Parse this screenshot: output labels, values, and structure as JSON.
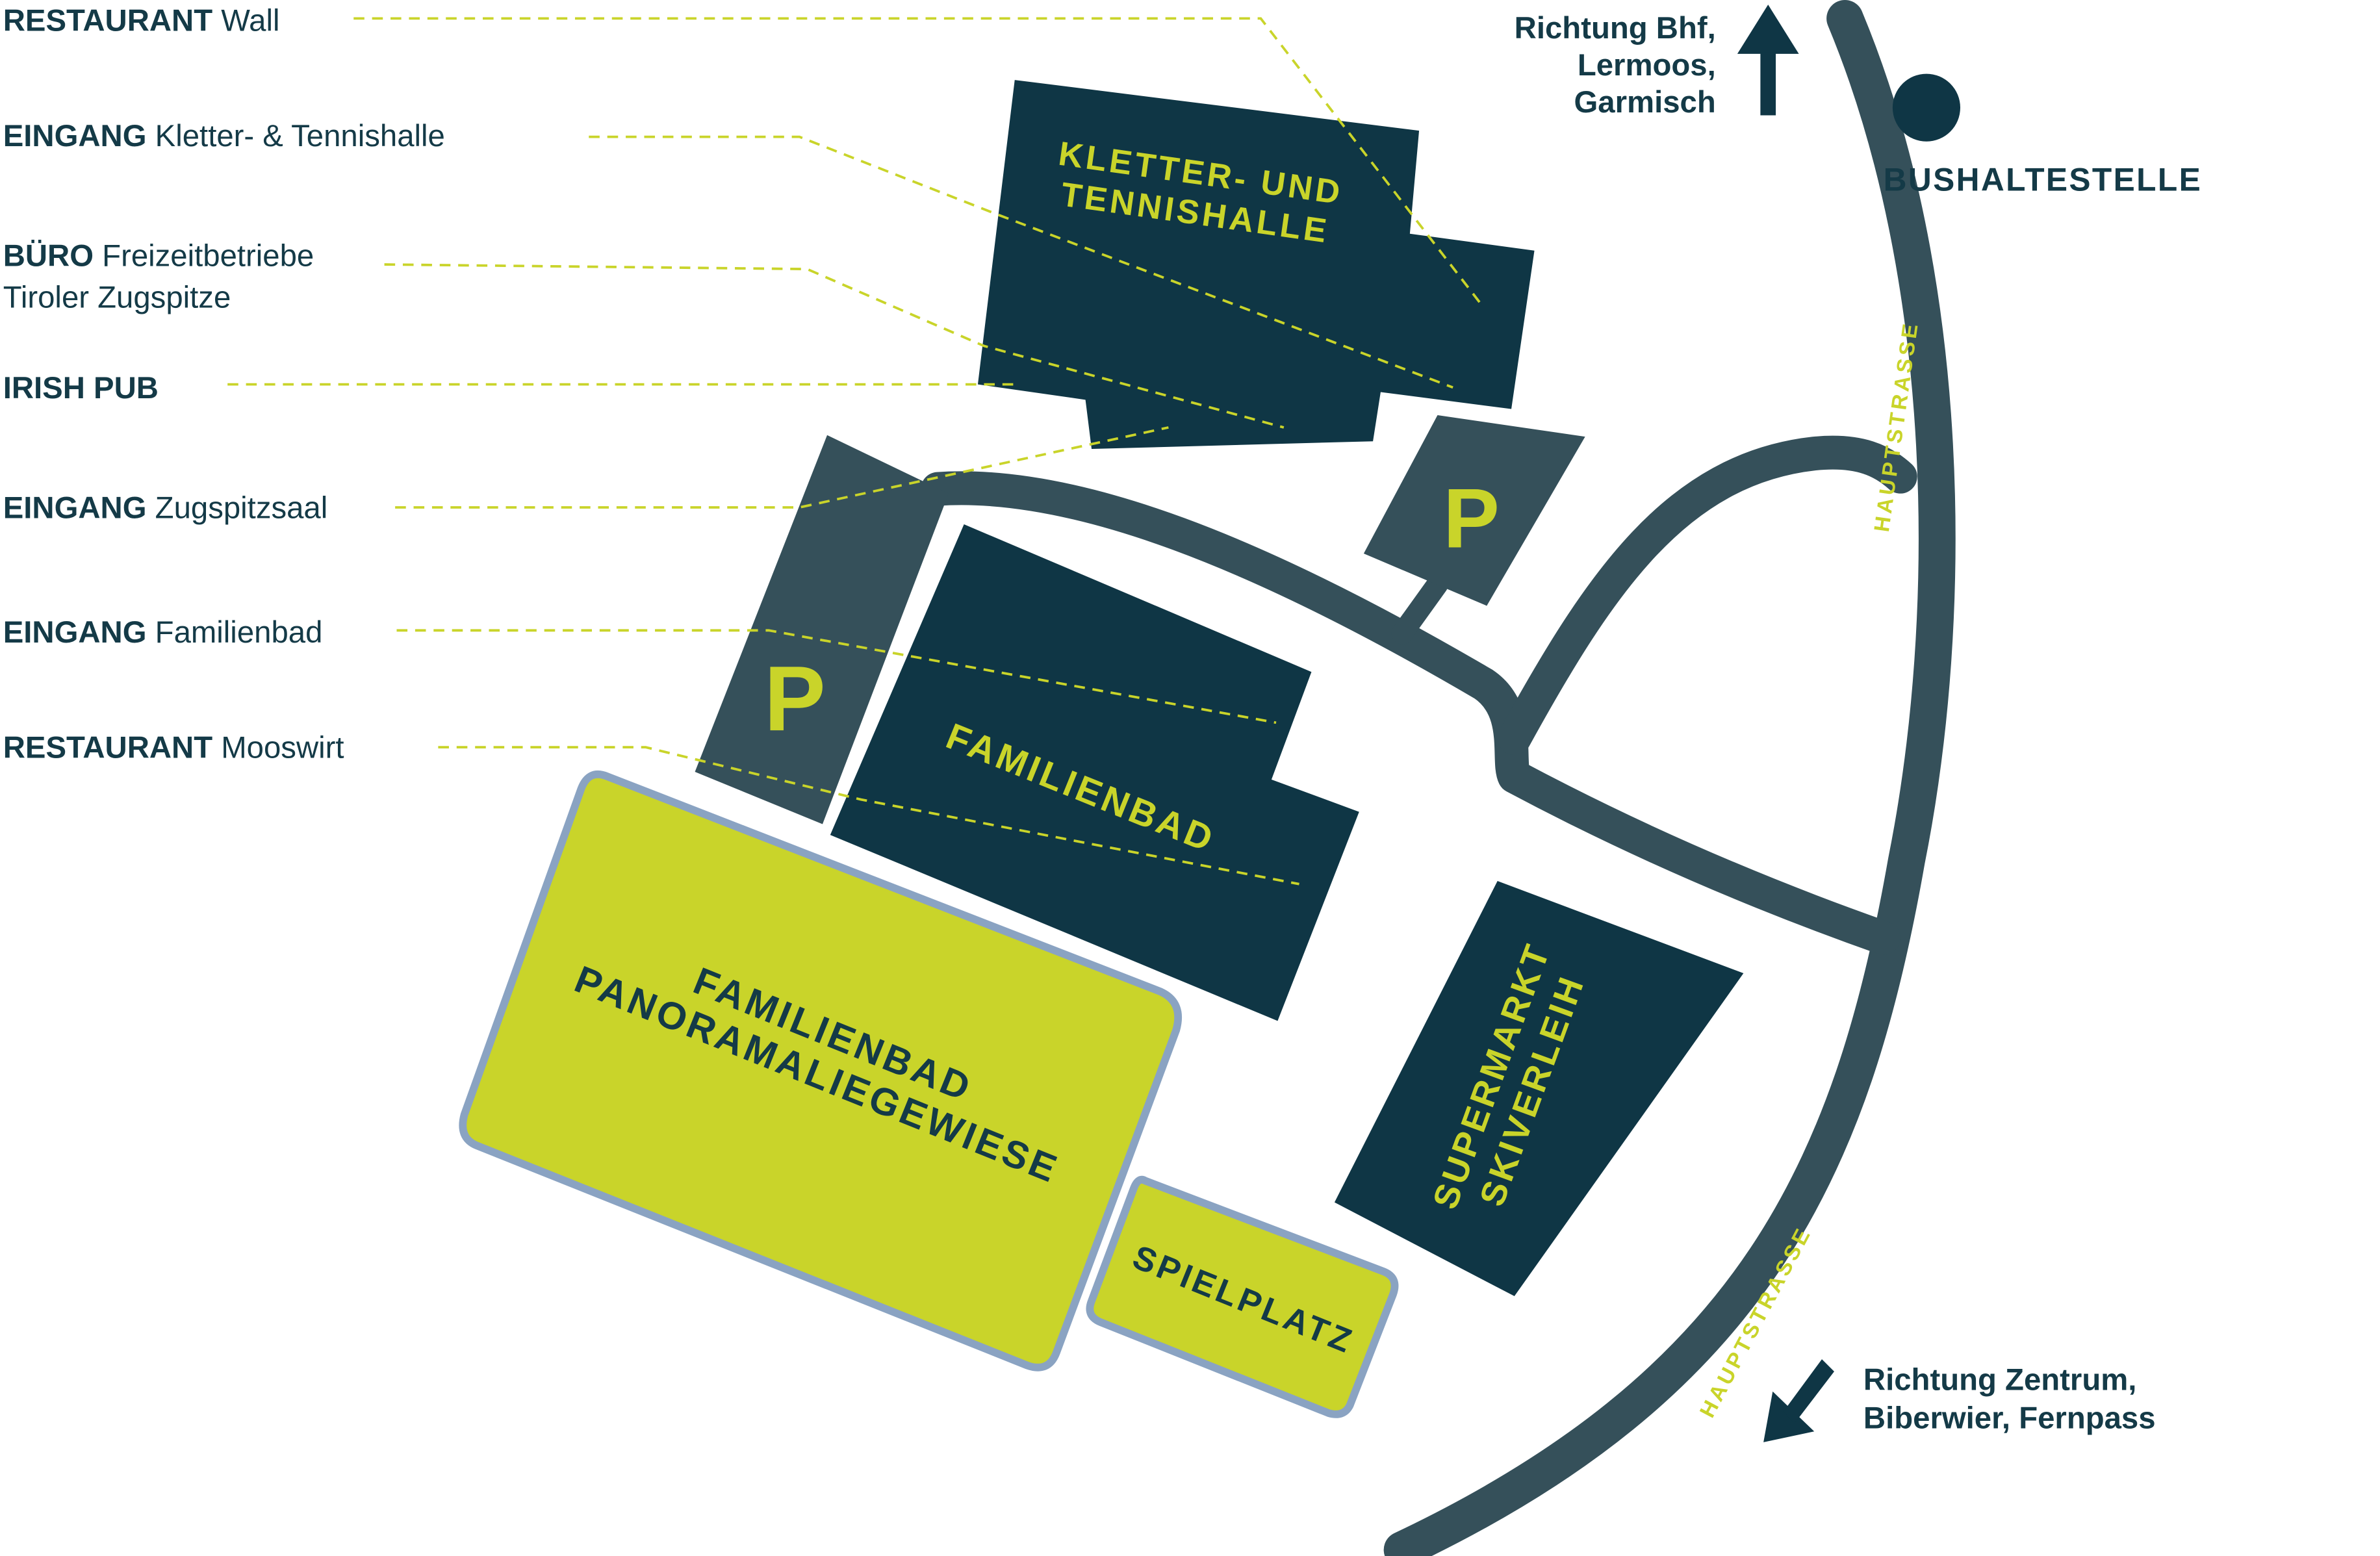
{
  "colors": {
    "dark_building": "#0f3645",
    "road": "#35505a",
    "accent": "#c9d42a",
    "accent_border": "#8aa3c2",
    "text": "#143a47",
    "background": "#ffffff"
  },
  "legend": [
    {
      "strong": "RESTAURANT",
      "rest": "Wall"
    },
    {
      "strong": "EINGANG",
      "rest": "Kletter- & Tennishalle"
    },
    {
      "strong": "BÜRO",
      "rest": "Freizeitbetriebe",
      "line2": "Tiroler Zugspitze"
    },
    {
      "strong": "IRISH PUB",
      "rest": ""
    },
    {
      "strong": "EINGANG",
      "rest": "Zugspitzsaal"
    },
    {
      "strong": "EINGANG",
      "rest": "Familienbad"
    },
    {
      "strong": "RESTAURANT",
      "rest": "Mooswirt"
    }
  ],
  "buildings": {
    "kletter_line1": "KLETTER- UND",
    "kletter_line2": "TENNISHALLE",
    "familienbad": "FAMILIENBAD",
    "supermarkt_line1": "SUPERMARKT",
    "supermarkt_line2": "SKIVERLEIH"
  },
  "areas": {
    "wiese_line1": "FAMILIENBAD",
    "wiese_line2": "PANORAMALIEGEWIESE",
    "spielplatz": "SPIELPLATZ"
  },
  "parking": {
    "symbol": "P"
  },
  "roads": {
    "main_street": "HAUPTSTRASSE"
  },
  "bus_stop": {
    "label": "BUSHALTESTELLE"
  },
  "directions": {
    "north": [
      "Richtung Bhf,",
      "Lermoos,",
      "Garmisch"
    ],
    "south": [
      "Richtung Zentrum,",
      "Biberwier, Fernpass"
    ]
  },
  "icons": [
    "arrow-up-icon",
    "arrow-down-left-icon",
    "bus-stop-icon",
    "parking-icon"
  ]
}
